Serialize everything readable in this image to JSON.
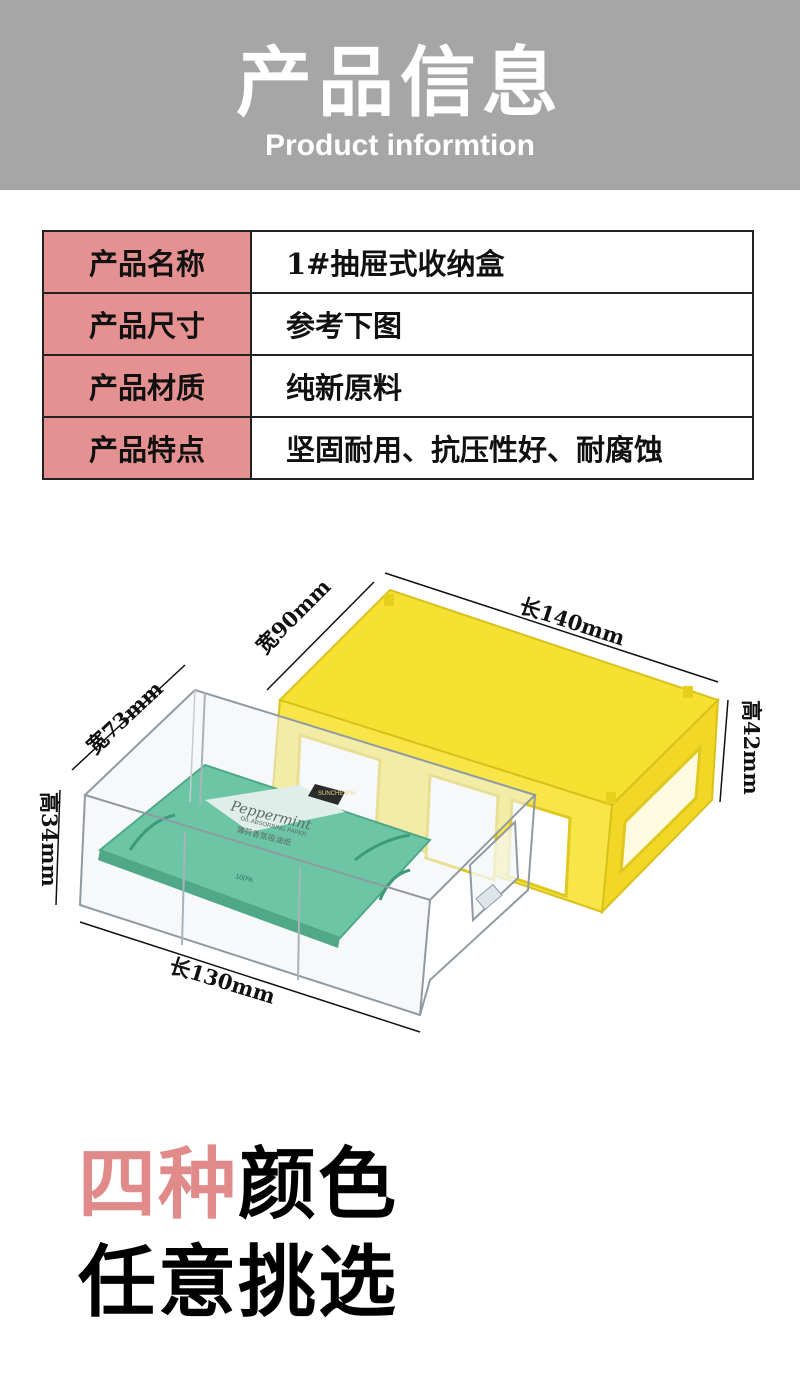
{
  "header": {
    "title": "产品信息",
    "subtitle": "Product informtion"
  },
  "spec_table": {
    "rows": [
      {
        "label": "产品名称",
        "value": "1#抽屉式收纳盒"
      },
      {
        "label": "产品尺寸",
        "value": "参考下图"
      },
      {
        "label": "产品材质",
        "value": "纯新原料"
      },
      {
        "label": "产品特点",
        "value": "坚固耐用、抗压性好、耐腐蚀"
      }
    ]
  },
  "dimensions": {
    "outer_length": "长140mm",
    "outer_width": "宽90mm",
    "outer_height": "高42mm",
    "drawer_length": "长130mm",
    "drawer_width": "宽73mm",
    "drawer_height": "高34mm"
  },
  "product_label": {
    "brand": "SUNCHEATH",
    "script": "Peppermint",
    "caption": "OIL ABSORBING PAPER",
    "cn": "薄荷香氛吸油纸",
    "count": "100%"
  },
  "slogan": {
    "line1_highlight": "四种",
    "line1_rest": "颜色",
    "line2": "任意挑选"
  },
  "colors": {
    "banner": "#a6a6a6",
    "label_cell": "#e59191",
    "accent": "#e08a8a",
    "box_yellow": "#f6e032",
    "paper_green": "#6cc6a6"
  }
}
